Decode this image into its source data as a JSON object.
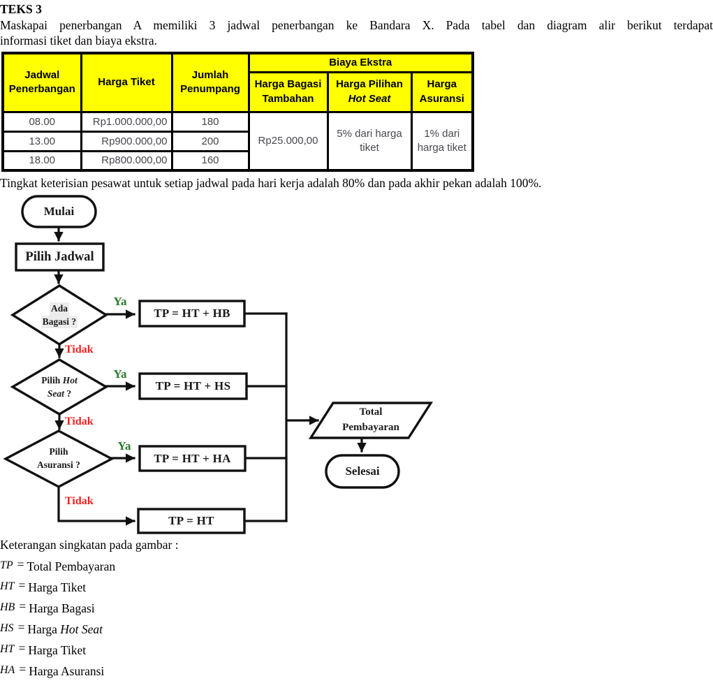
{
  "page": {
    "title": "TEKS 3",
    "intro_line1": "Maskapai penerbangan A memiliki 3 jadwal penerbangan ke Bandara X. Pada tabel dan diagram alir berikut terdapat",
    "intro_line2": "informasi tiket dan biaya ekstra.",
    "occupancy_note": "Tingkat keterisian pesawat untuk setiap jadwal pada hari kerja adalah 80% dan pada akhir pekan adalah 100%."
  },
  "table": {
    "header": {
      "jadwal": "Jadwal\nPenerbangan",
      "harga_tiket": "Harga Tiket",
      "jumlah": "Jumlah\nPenumpang",
      "biaya_ekstra": "Biaya Ekstra",
      "bagasi": "Harga Bagasi\nTambahan",
      "pilihan_line1": "Harga Pilihan",
      "pilihan_line2_italic": "Hot Seat",
      "asuransi": "Harga\nAsuransi"
    },
    "rows": [
      [
        "08.00",
        "Rp1.000.000,00",
        "180"
      ],
      [
        "13.00",
        "Rp900.000,00",
        "200"
      ],
      [
        "18.00",
        "Rp800.000,00",
        "160"
      ]
    ],
    "merged": {
      "bagasi": "Rp25.000,00",
      "hot_seat": "5% dari harga tiket",
      "asuransi": "1% dari harga tiket"
    }
  },
  "flow": {
    "start": "Mulai",
    "step1": "Pilih Jadwal",
    "d1": {
      "l1": "Ada",
      "l2": "Bagasi ?"
    },
    "d2": {
      "l1a": "Pilih",
      "l1b": "Hot",
      "l2a": "Seat",
      "l2b": "?"
    },
    "d3": {
      "l1": "Pilih",
      "l2": "Asuransi ?"
    },
    "p1": "TP = HT + HB",
    "p2": "TP = HT + HS",
    "p3": "TP = HT + HA",
    "p4": "TP = HT",
    "yes": "Ya",
    "no": "Tidak",
    "output_l1": "Total",
    "output_l2": "Pembayaran",
    "end": "Selesai"
  },
  "legend": {
    "title": "Keterangan singkatan pada gambar :",
    "eq": "=",
    "items": [
      {
        "abbr": "TP",
        "desc": "Total Pembayaran"
      },
      {
        "abbr": "HT",
        "desc": "Harga Tiket"
      },
      {
        "abbr": "HB",
        "desc": "Harga Bagasi"
      },
      {
        "abbr": "HS",
        "desc_prefix": "Harga ",
        "desc_italic": "Hot Seat"
      },
      {
        "abbr": "HT",
        "desc": "Harga Tiket"
      },
      {
        "abbr": "HA",
        "desc": "Harga Asuransi"
      }
    ]
  },
  "colors": {
    "header_yellow": "#FFFF00",
    "yes_green": "#2B7A2B",
    "no_red": "#F41F1F",
    "table_body_text": "#47474f"
  }
}
